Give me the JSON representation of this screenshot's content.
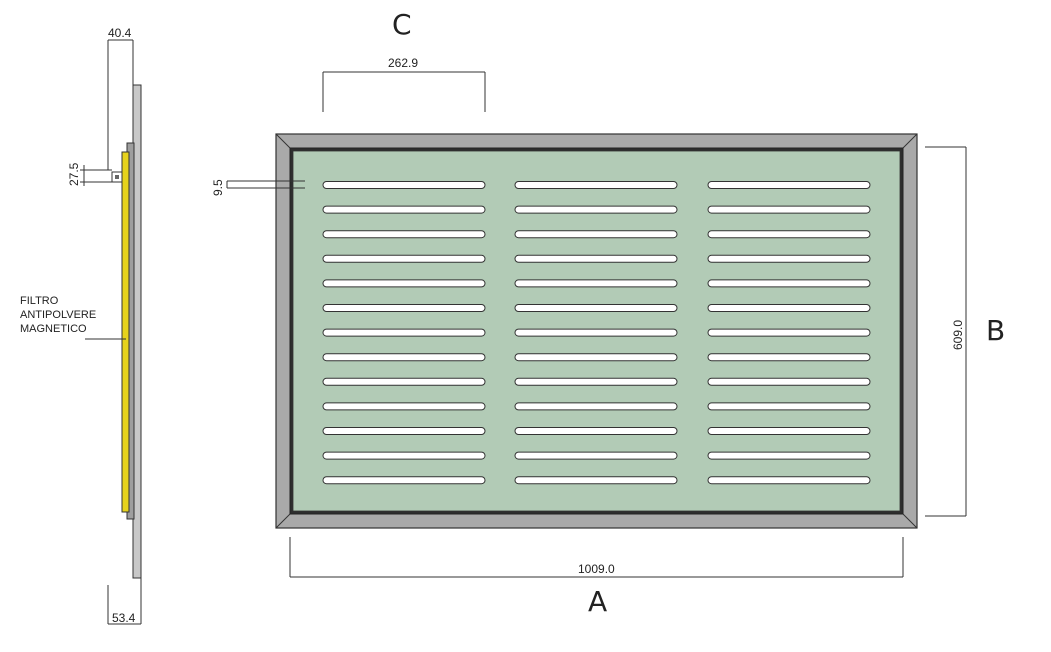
{
  "dimensions": {
    "side_top": "40.4",
    "side_small": "27.5",
    "side_bottom": "53.4",
    "slot_width": "262.9",
    "slot_height": "9.5",
    "height": "609.0",
    "width": "1009.0"
  },
  "labels": {
    "a": "A",
    "b": "B",
    "c": "C"
  },
  "note": {
    "line1": "FILTRO",
    "line2": "ANTIPOLVERE",
    "line3": "MAGNETICO"
  },
  "grille": {
    "columns": 3,
    "rows": 13
  },
  "colors": {
    "frame": "#a9a9a9",
    "panel": "#b2cbb6",
    "filter": "#e6d21c",
    "wall": "#c8c8c8"
  }
}
